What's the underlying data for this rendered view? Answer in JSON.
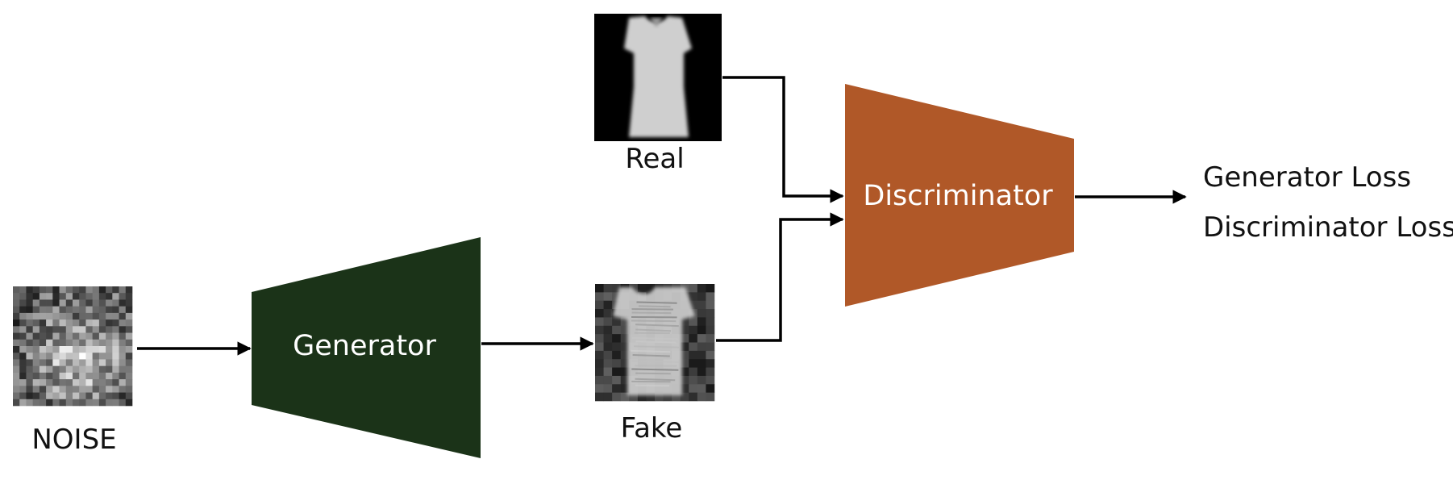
{
  "diagram": {
    "noise_label": "NOISE",
    "generator_label": "Generator",
    "fake_label": "Fake",
    "real_label": "Real",
    "discriminator_label": "Discriminator",
    "outputs": [
      "Generator Loss",
      "Discriminator Loss"
    ]
  },
  "colors": {
    "generator_fill": "#1b3318",
    "discriminator_fill": "#b05828",
    "arrow": "#000000",
    "image_background": "#000000"
  },
  "icons": {
    "noise_image": "noise-image",
    "real_image": "real-dress-image",
    "fake_image": "fake-dress-image"
  }
}
